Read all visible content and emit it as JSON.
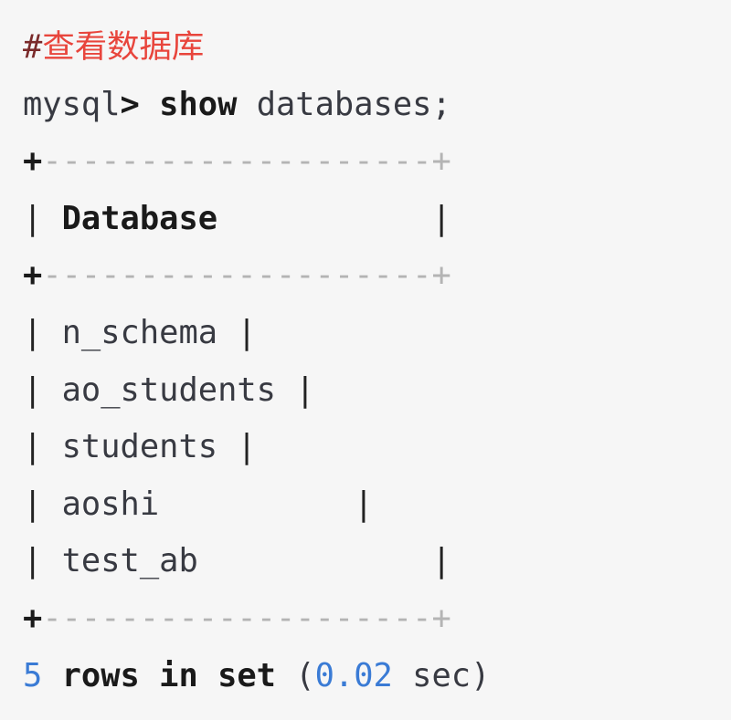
{
  "comment": {
    "hash": "#",
    "text": "查看数据库"
  },
  "command": {
    "prompt": "mysql",
    "prompt_symbol": ">",
    "keyword": "show",
    "argument": "databases;"
  },
  "table": {
    "pipe": "|",
    "border": {
      "corner": "+",
      "dashes": "--------------------"
    },
    "header": "Database",
    "rows": [
      "n_schema",
      "ao_students",
      "students",
      "aoshi",
      "test_ab"
    ]
  },
  "summary": {
    "count": "5",
    "label": "rows in set",
    "paren_open": "(",
    "time": "0.02",
    "unit": "sec",
    "paren_close": ")"
  },
  "colors": {
    "background": "#f6f6f6",
    "comment": "#e8453c",
    "number": "#3a7bd5",
    "dash": "#b4b4b4"
  }
}
